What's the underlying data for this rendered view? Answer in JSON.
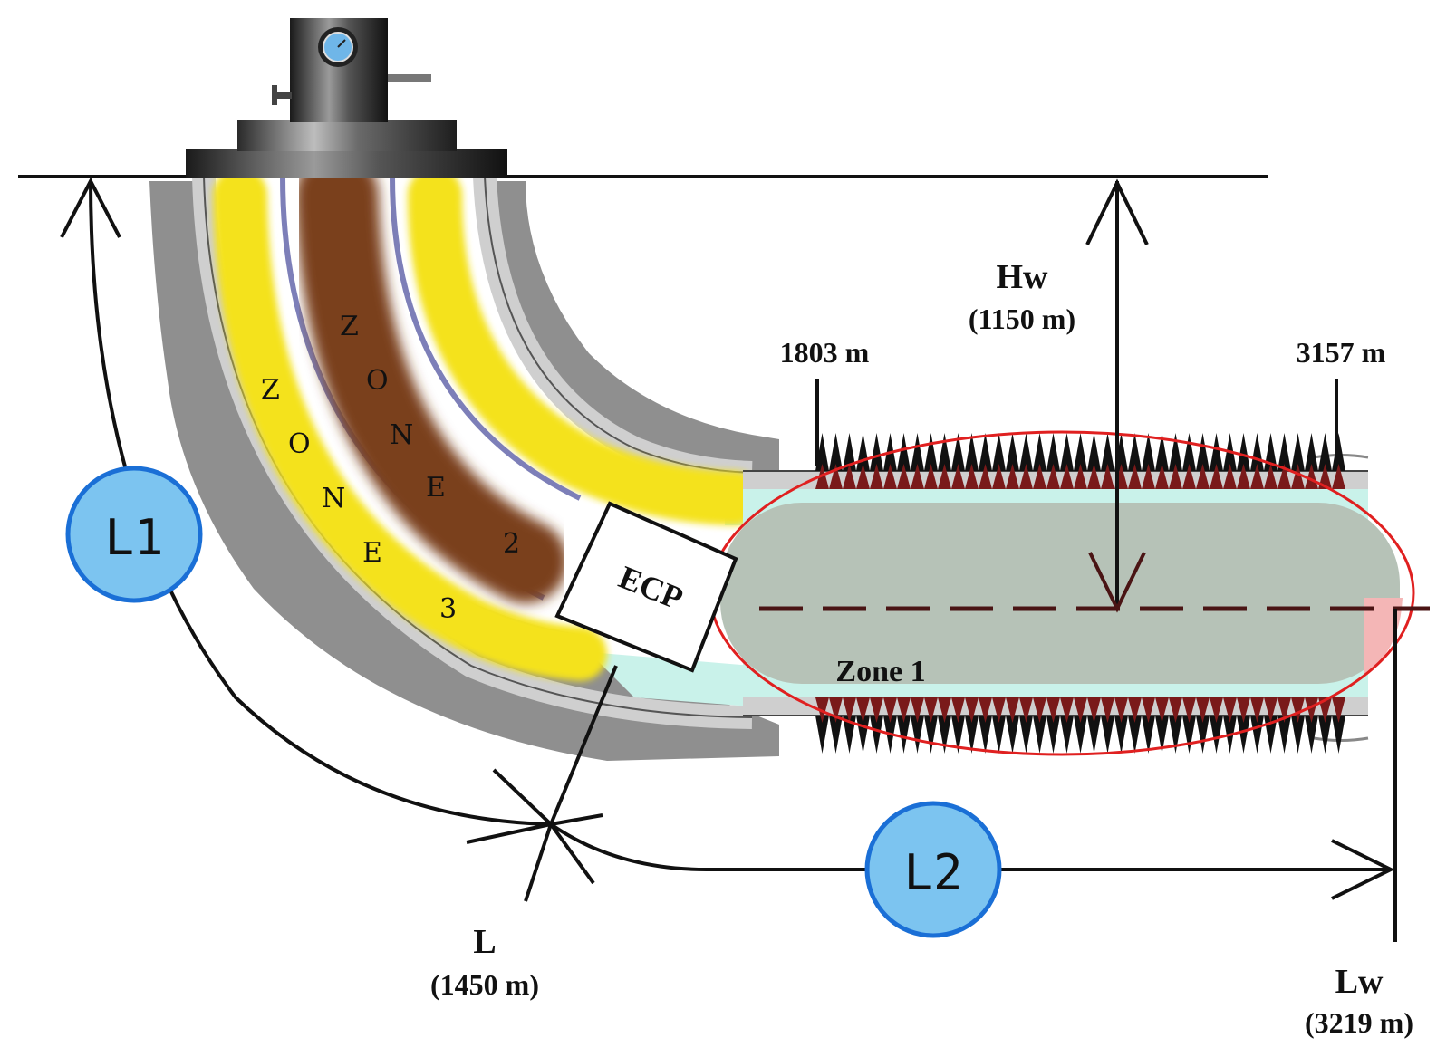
{
  "diagram": {
    "zones": {
      "zone1": "Zone 1",
      "zone2": "ZONE 2",
      "zone3": "ZONE 3"
    },
    "ecp_label": "ECP",
    "circles": {
      "l1": "L1",
      "l2": "L2"
    },
    "markers": {
      "start": "1803 m",
      "end": "3157 m"
    },
    "hw": {
      "symbol": "Hw",
      "value": "(1150 m)"
    },
    "l": {
      "symbol": "L",
      "value": "(1450 m)"
    },
    "lw": {
      "symbol": "Lw",
      "value": "(3219 m)"
    },
    "colors": {
      "rock": "#8f8f8f",
      "yellow": "#f4e21c",
      "brown": "#7a3f1a",
      "zone1_fill": "#b6c2b7",
      "ellipse": "#e02020",
      "circle_fill": "#7cc4f0",
      "circle_stroke": "#1a6fd6",
      "perforation": "#7a1a1a"
    }
  }
}
